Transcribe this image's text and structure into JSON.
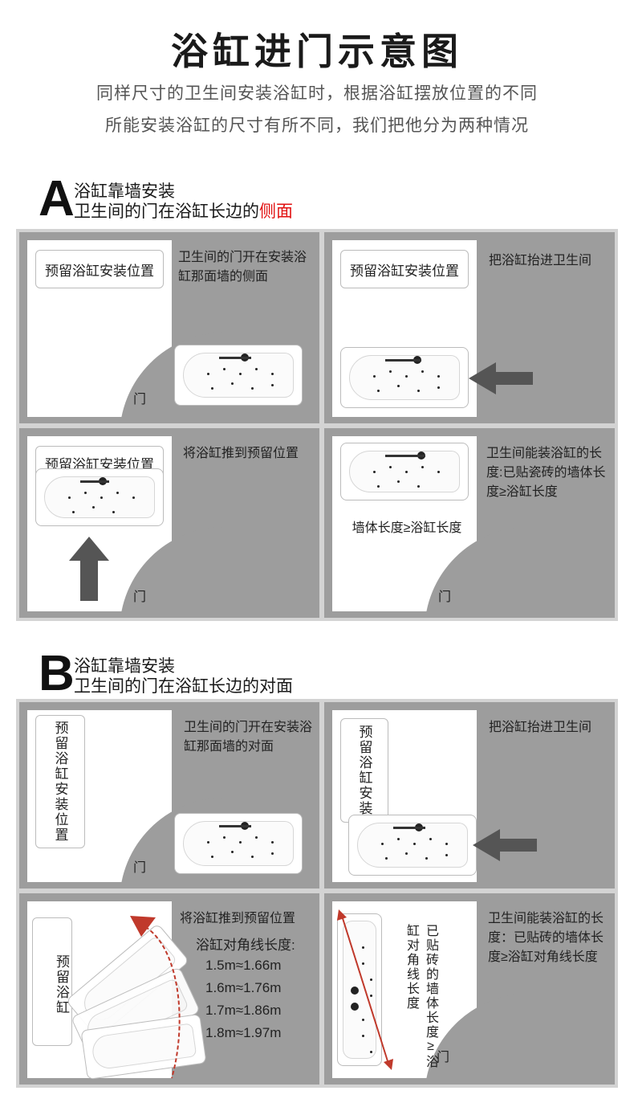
{
  "header": {
    "title": "浴缸进门示意图",
    "subtitle_line1": "同样尺寸的卫生间安装浴缸时，根据浴缸摆放位置的不同",
    "subtitle_line2": "所能安装浴缸的尺寸有所不同，我们把他分为两种情况"
  },
  "section_a": {
    "letter": "A",
    "heading1": "浴缸靠墙安装",
    "heading2_main": "卫生间的门在浴缸长边的",
    "heading2_highlight": "侧面",
    "highlight_color": "#e11010",
    "panel1": {
      "reserved": "预留浴缸安装位置",
      "note": "卫生间的门开在安装浴缸那面墙的侧面",
      "door": "门"
    },
    "panel2": {
      "reserved": "预留浴缸安装位置",
      "note": "把浴缸抬进卫生间"
    },
    "panel3": {
      "reserved": "预留浴缸安装位置",
      "note": "将浴缸推到预留位置",
      "door": "门"
    },
    "panel4": {
      "note": "卫生间能装浴缸的长度:已贴瓷砖的墙体长度≥浴缸长度",
      "measure": "墙体长度≥浴缸长度",
      "door": "门"
    }
  },
  "section_b": {
    "letter": "B",
    "heading1": "浴缸靠墙安装",
    "heading2": "卫生间的门在浴缸长边的对面",
    "panel1": {
      "reserved": "预留浴缸安装位置",
      "note": "卫生间的门开在安装浴缸那面墙的对面",
      "door": "门"
    },
    "panel2": {
      "reserved": "预留浴缸安装",
      "note": "把浴缸抬进卫生间"
    },
    "panel3": {
      "reserved": "预留浴缸",
      "note": "将浴缸推到预留位置",
      "diag_title": "浴缸对角线长度:",
      "diag_list": [
        "1.5m≈1.66m",
        "1.6m≈1.76m",
        "1.7m≈1.86m",
        "1.8m≈1.97m"
      ]
    },
    "panel4": {
      "note": "卫生间能装浴缸的长度：已贴砖的墙体长度≥浴缸对角线长度",
      "measure": "已贴砖的墙体长度≥浴缸对角线长度",
      "door": "门"
    }
  },
  "colors": {
    "panel_bg": "#9d9d9d",
    "block_bg": "#d3d3d3",
    "arrow": "#555555",
    "red_arrow": "#c0392b"
  }
}
